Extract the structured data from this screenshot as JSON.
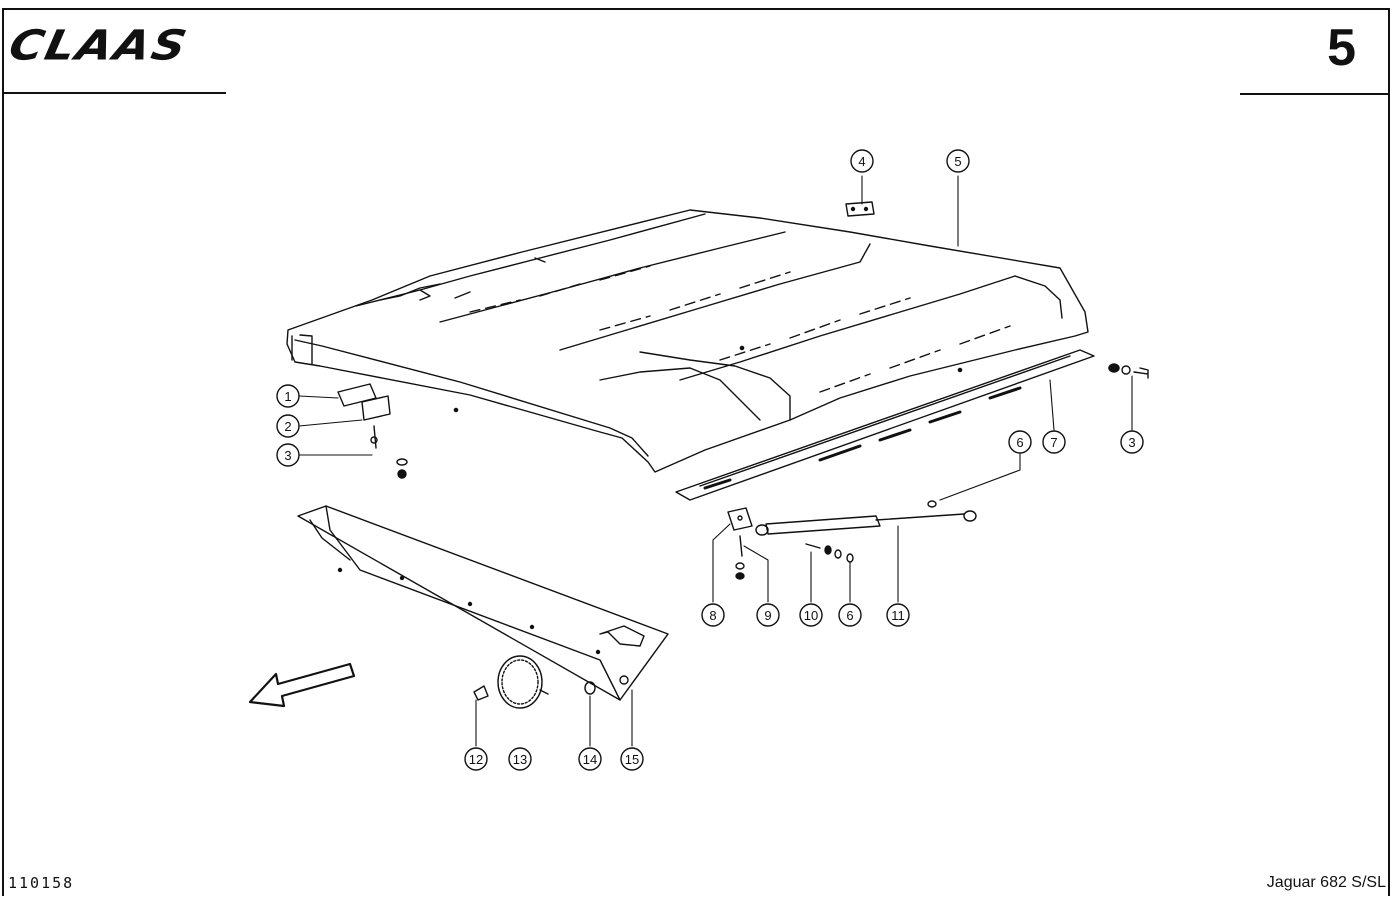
{
  "header": {
    "logo_text": "CLAAS",
    "page_number": "5"
  },
  "footer": {
    "document_id": "110158",
    "model": "Jaguar 682 S/SL"
  },
  "callouts": [
    {
      "id": "c1",
      "label": "1"
    },
    {
      "id": "c2",
      "label": "2"
    },
    {
      "id": "c3a",
      "label": "3"
    },
    {
      "id": "c4",
      "label": "4"
    },
    {
      "id": "c5",
      "label": "5"
    },
    {
      "id": "c6a",
      "label": "6"
    },
    {
      "id": "c7",
      "label": "7"
    },
    {
      "id": "c3b",
      "label": "3"
    },
    {
      "id": "c8",
      "label": "8"
    },
    {
      "id": "c9",
      "label": "9"
    },
    {
      "id": "c10",
      "label": "10"
    },
    {
      "id": "c6b",
      "label": "6"
    },
    {
      "id": "c11",
      "label": "11"
    },
    {
      "id": "c12",
      "label": "12"
    },
    {
      "id": "c13",
      "label": "13"
    },
    {
      "id": "c14",
      "label": "14"
    },
    {
      "id": "c15",
      "label": "15"
    }
  ],
  "colors": {
    "ink": "#111111",
    "paper": "#ffffff"
  }
}
